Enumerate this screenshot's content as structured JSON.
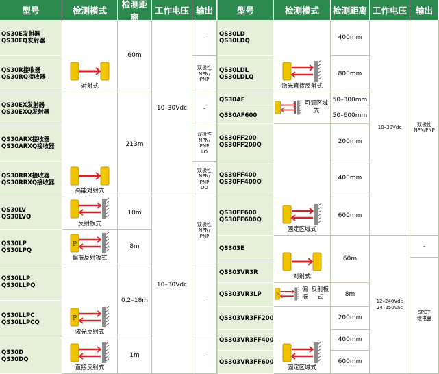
{
  "headers": {
    "left": [
      "型号",
      "检测模式",
      "检测距离",
      "工作电压",
      "输出"
    ],
    "right": [
      "型号",
      "检测模式",
      "检测距离",
      "工作电压",
      "输出"
    ]
  },
  "left_models": [
    [
      "QS30E发射器",
      "QS30EQ发射器"
    ],
    [
      "QS30R接收器",
      "QS30RQ接收器"
    ],
    [
      "QS30EX发射器",
      "QS30EXQ发射器"
    ],
    [
      "QS30ARX接收器",
      "QS30ARXQ接收器"
    ],
    [
      "QS30RRX接收器",
      "QS30RRXQ接收器"
    ],
    [
      "QS30LV",
      "QS30LVQ"
    ],
    [
      "QS30LP",
      "QS30LPQ"
    ],
    [
      "QS30LLP",
      "QS30LLPQ"
    ],
    [
      "QS30LLPC",
      "QS30LLPCQ"
    ],
    [
      "QS30D",
      "QS30DQ"
    ]
  ],
  "left_modes": [
    "对射式",
    "高能对射式",
    "反射板式",
    "偏振反射板式",
    "激光反射式",
    "直接反射式"
  ],
  "left_distances": [
    "60m",
    "213m",
    "10m",
    "8m",
    "0.2–18m",
    "1m"
  ],
  "left_voltage": [
    "10–30Vdc",
    "10–30Vdc"
  ],
  "left_outputs": [
    "–",
    "双极性\nNPN/\nPNP",
    "–",
    "双极性\nNPN/\nPNP\nLO",
    "双极性\nNPN/\nPNP\nDO",
    "双极性\nNPN/\nPNP",
    "–",
    "–"
  ],
  "right_models": [
    [
      "QS30LD",
      "QS30LDQ"
    ],
    [
      "QS30LDL",
      "QS30LDLQ"
    ],
    [
      "QS30AF"
    ],
    [
      "QS30AF600"
    ],
    [
      "QS30FF200",
      "QS30FF200Q"
    ],
    [
      "QS30FF400",
      "QS30FF400Q"
    ],
    [
      "QS30FF600",
      "QS30FF600Q"
    ],
    [
      "QS303E"
    ],
    [
      "QS303VR3R"
    ],
    [
      "QS303VR3LP"
    ],
    [
      "QS303VR3FF200"
    ],
    [
      "QS303VR3FF400"
    ],
    [
      "QS303VR3FF600"
    ]
  ],
  "right_modes": [
    "激光直接反射式",
    "可调区域式",
    "固定区域式",
    "对射式",
    "偏振\n反射板式",
    "固定区域式"
  ],
  "right_distances": [
    "400mm",
    "800mm",
    "50–300mm",
    "50–600mm",
    "200mm",
    "400mm",
    "600mm",
    "60m",
    "8m",
    "200mm",
    "400mm",
    "600mm"
  ],
  "right_voltage": [
    "10–30Vdc",
    "12–240Vdc\n24–250Vac"
  ],
  "right_outputs": [
    "双极性\nNPN/PNP",
    "–",
    "SPDT\n继电器"
  ]
}
